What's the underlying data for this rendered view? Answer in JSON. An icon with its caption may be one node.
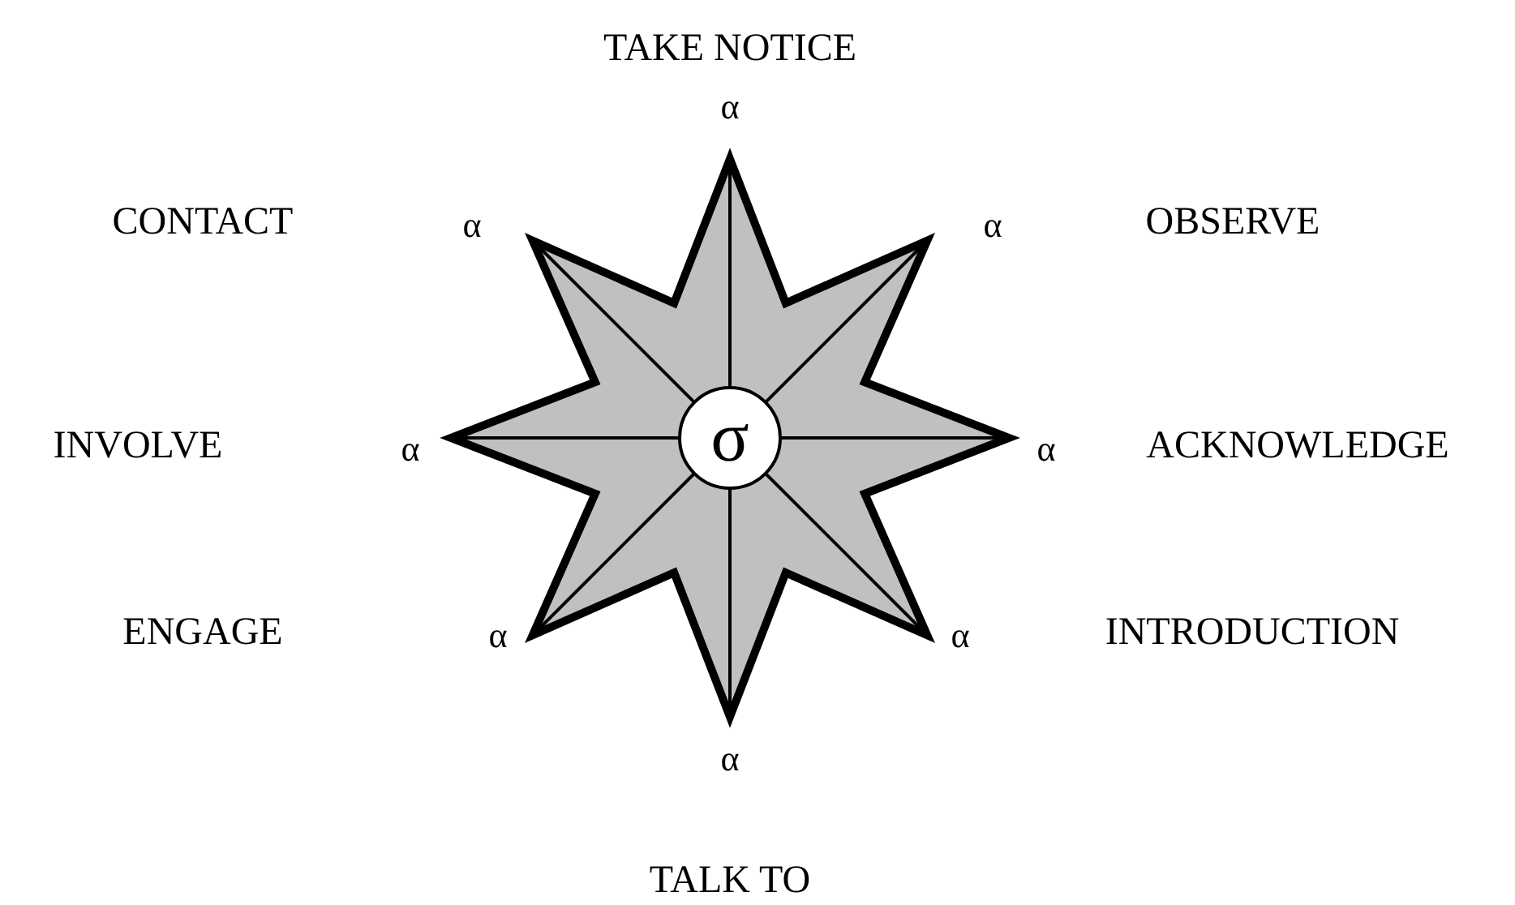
{
  "diagram": {
    "nodes": [
      {
        "text": [
          "σ"
        ]
      }
    ],
    "labels": [
      "TAKE NOTICE",
      "α",
      "CONTACT",
      "α",
      "α",
      "OBSERVE",
      "INVOLVE",
      "α",
      "α",
      "ACKNOWLEDGE",
      "ENGAGE",
      "α",
      "α",
      "INTRODUCTION",
      "α",
      "TALK TO"
    ]
  }
}
